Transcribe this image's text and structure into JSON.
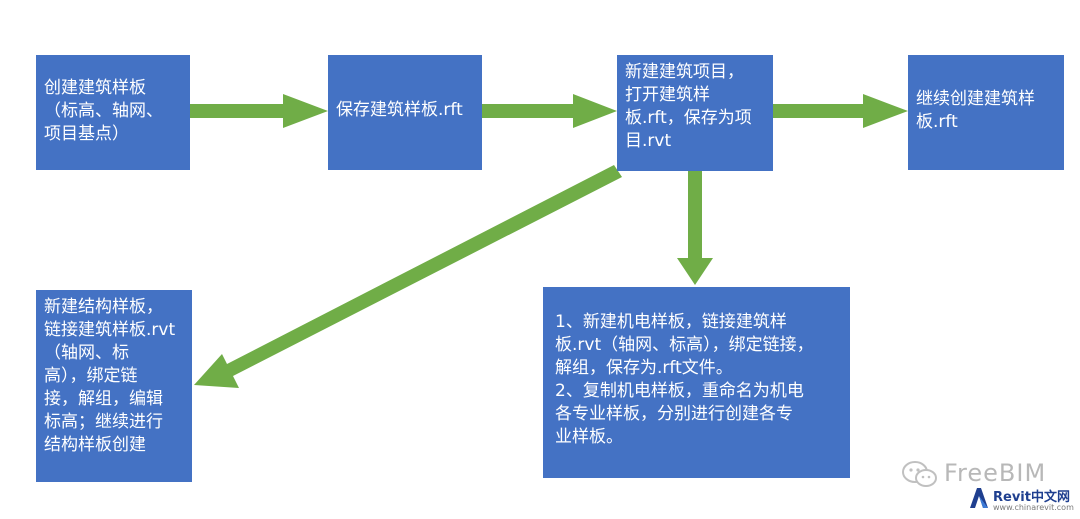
{
  "boxes": {
    "create_arch": "创建建筑样板\n（标高、轴网、\n项目基点）",
    "save_arch": "保存建筑样板.rft",
    "new_project": "新建建筑项目，\n打开建筑样\n板.rft，保存为项\n目.rvt",
    "continue_arch": "继续创建建筑样\n板.rft",
    "structure": "新建结构样板，\n链接建筑样板.rvt\n（轴网、标\n高），绑定链\n接，解组，编辑\n标高；继续进行\n结构样板创建",
    "mep": "1、新建机电样板，链接建筑样\n板.rvt（轴网、标高），绑定链接，\n解组，保存为.rft文件。\n2、复制机电样板，重命名为机电\n各专业样板，分别进行创建各专\n业样板。"
  },
  "colors": {
    "box": "#4472c4",
    "arrow": "#70ad47"
  },
  "watermark": {
    "text": "FreeBIM",
    "icon": "wechat-icon",
    "brand_name": "Revit中文网",
    "brand_url": "www.chinarevit.com"
  }
}
